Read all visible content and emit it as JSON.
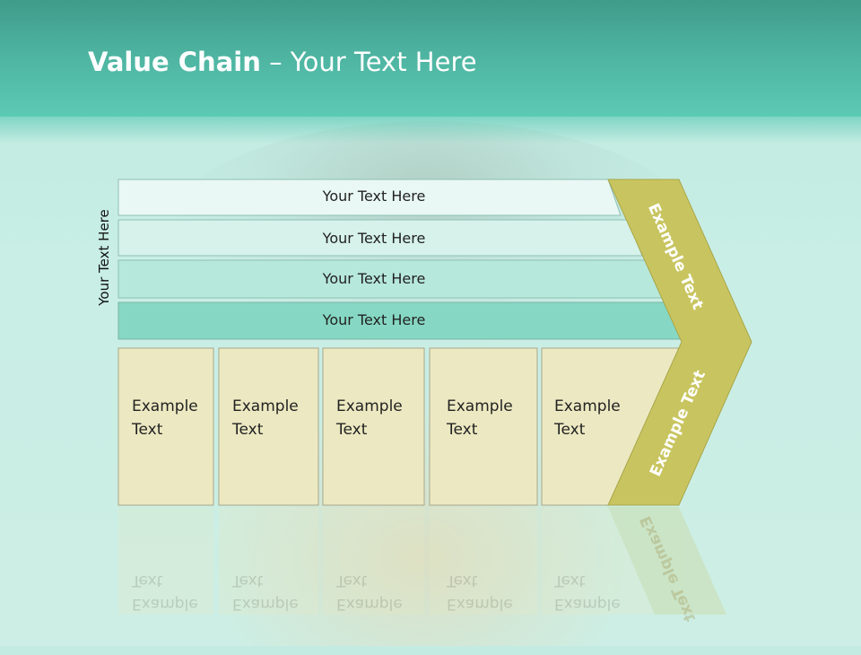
{
  "title": {
    "bold": "Value Chain",
    "rest": " – Your Text Here"
  },
  "side_label": "Your Text Here",
  "bars": [
    {
      "label": "Your Text Here"
    },
    {
      "label": "Your Text Here"
    },
    {
      "label": "Your Text Here"
    },
    {
      "label": "Your Text Here"
    }
  ],
  "cells": [
    {
      "line1": "Example",
      "line2": "Text"
    },
    {
      "line1": "Example",
      "line2": "Text"
    },
    {
      "line1": "Example",
      "line2": "Text"
    },
    {
      "line1": "Example",
      "line2": "Text"
    },
    {
      "line1": "Example",
      "line2": "Text"
    }
  ],
  "chevron": {
    "top_label": "Example Text",
    "bottom_label": "Example Text"
  },
  "colors": {
    "header": "#4db3a0",
    "bar_1": "#e9f8f4",
    "bar_2": "#d6f2ea",
    "bar_3": "#b7e8dc",
    "bar_4": "#86d8c4",
    "cell": "#ece9c2",
    "chevron": "#c8c560"
  }
}
